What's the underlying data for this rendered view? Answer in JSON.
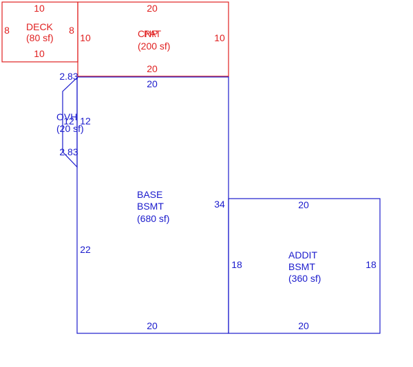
{
  "colors": {
    "red": "#e02020",
    "blue": "#1a1acc"
  },
  "deck": {
    "name": "DECK",
    "area": "(80 sf)",
    "top": "10",
    "bottom": "10",
    "left": "8",
    "right": "8"
  },
  "patio": {
    "name_a": "CNP",
    "name_b": "PAT",
    "area": "(200 sf)",
    "top": "20",
    "bottom": "20",
    "left": "10",
    "right": "10"
  },
  "ovh": {
    "name": "OVH",
    "area": "(20 sf)",
    "top_diag": "2.83",
    "bottom_diag": "2.83",
    "left": "12",
    "right": "12"
  },
  "base": {
    "name": "BASE",
    "sub": "BSMT",
    "area": "(680 sf)",
    "top": "20",
    "bottom": "20",
    "left": "22",
    "right": "34"
  },
  "addit": {
    "name": "ADDIT",
    "sub": "BSMT",
    "area": "(360 sf)",
    "top": "20",
    "bottom": "20",
    "left": "18",
    "right": "18"
  }
}
